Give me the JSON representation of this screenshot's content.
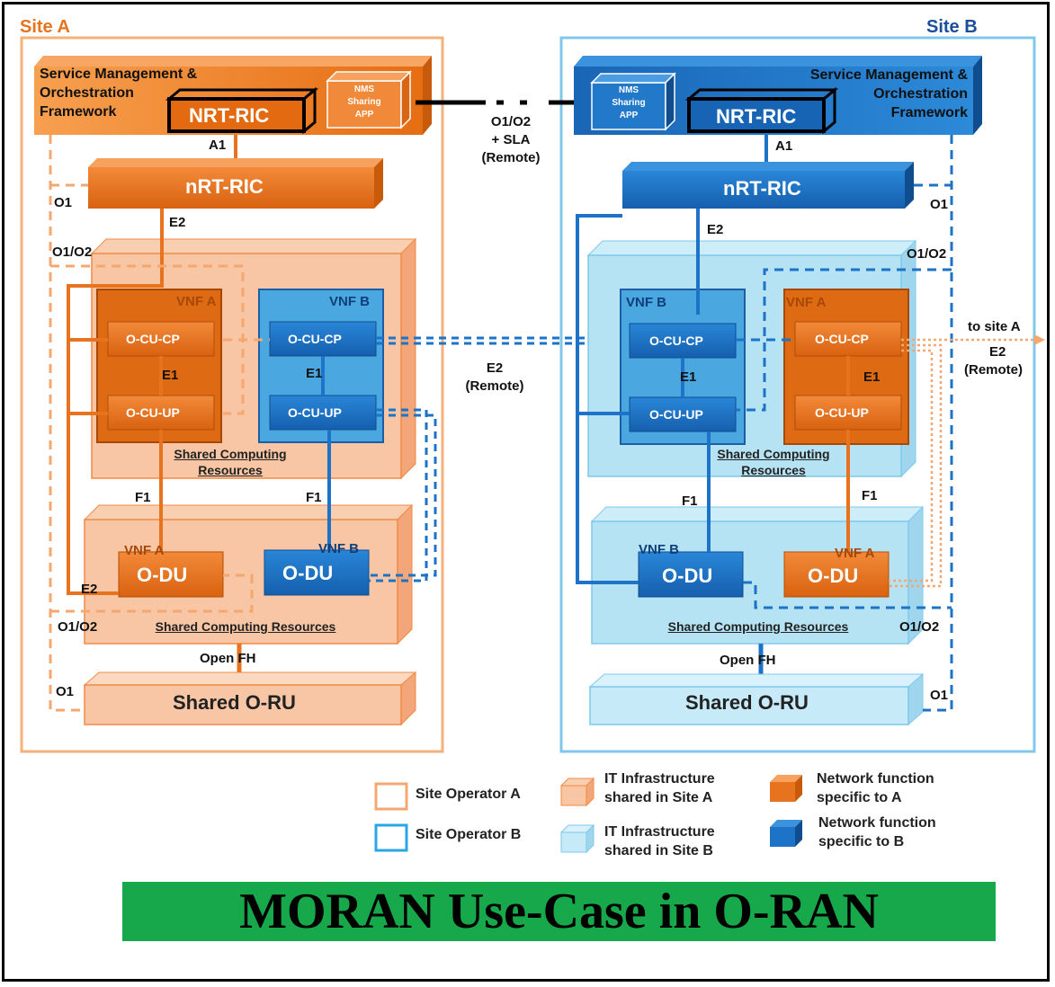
{
  "colors": {
    "orange": "#e8731e",
    "orange_light": "#f8c3a1",
    "blue": "#1c73c8",
    "blue_light": "#b6e3f3",
    "banner_green": "#16a84a"
  },
  "site_a": {
    "title": "Site A",
    "smo_line1": "Service Management &",
    "smo_line2": "Orchestration",
    "smo_line3": "Framework",
    "nrt_ric_upper": "NRT-RIC",
    "nms_line1": "NMS",
    "nms_line2": "Sharing",
    "nms_line3": "APP",
    "a1": "A1",
    "o1_top": "O1",
    "nrt_ric": "nRT-RIC",
    "e2": "E2",
    "o1o2_top": "O1/O2",
    "vnf_a": "VNF A",
    "vnf_b": "VNF B",
    "ocu_cp_a": "O-CU-CP",
    "ocu_up_a": "O-CU-UP",
    "e1_a": "E1",
    "ocu_cp_b": "O-CU-CP",
    "ocu_up_b": "O-CU-UP",
    "e1_b": "E1",
    "shared_resources_line1": "Shared Computing",
    "shared_resources_line2": "Resources",
    "f1_a": "F1",
    "f1_b": "F1",
    "du_vnf_a": "VNF A",
    "du_vnf_b": "VNF B",
    "odu_a": "O-DU",
    "odu_b": "O-DU",
    "e2_bottom": "E2",
    "o1o2_bottom": "O1/O2",
    "shared_resources_du": "Shared Computing Resources",
    "open_fh": "Open FH",
    "o1_bottom": "O1",
    "shared_oru": "Shared O-RU"
  },
  "site_b": {
    "title": "Site B",
    "smo_line1": "Service Management &",
    "smo_line2": "Orchestration",
    "smo_line3": "Framework",
    "nrt_ric_upper": "NRT-RIC",
    "nms_line1": "NMS",
    "nms_line2": "Sharing",
    "nms_line3": "APP",
    "a1": "A1",
    "o1_top": "O1",
    "nrt_ric": "nRT-RIC",
    "e2": "E2",
    "o1o2_top": "O1/O2",
    "vnf_b": "VNF B",
    "vnf_a": "VNF A",
    "ocu_cp_b": "O-CU-CP",
    "ocu_up_b": "O-CU-UP",
    "e1_b": "E1",
    "ocu_cp_a": "O-CU-CP",
    "ocu_up_a": "O-CU-UP",
    "e1_a": "E1",
    "shared_resources_line1": "Shared Computing",
    "shared_resources_line2": "Resources",
    "f1_b": "F1",
    "f1_a": "F1",
    "du_vnf_b": "VNF B",
    "du_vnf_a": "VNF A",
    "odu_b": "O-DU",
    "odu_a": "O-DU",
    "o1o2_bottom": "O1/O2",
    "shared_resources_du": "Shared Computing Resources",
    "open_fh": "Open FH",
    "o1_bottom": "O1",
    "shared_oru": "Shared O-RU"
  },
  "center": {
    "link_line1": "O1/O2",
    "link_line2": "+ SLA",
    "link_line3": "(Remote)",
    "e2_remote_line1": "E2",
    "e2_remote_line2": "(Remote)",
    "to_site_a_line1": "to site A",
    "to_site_a_line2": "E2",
    "to_site_a_line3": "(Remote)"
  },
  "legend": {
    "site_operator_a": "Site Operator A",
    "site_operator_b": "Site Operator B",
    "it_a_line1": "IT Infrastructure",
    "it_a_line2": "shared in Site A",
    "it_b_line1": "IT Infrastructure",
    "it_b_line2": "shared in Site B",
    "nf_a_line1": "Network function",
    "nf_a_line2": "specific to A",
    "nf_b_line1": "Network function",
    "nf_b_line2": "specific to B"
  },
  "banner": {
    "title": "MORAN Use-Case in O-RAN"
  }
}
